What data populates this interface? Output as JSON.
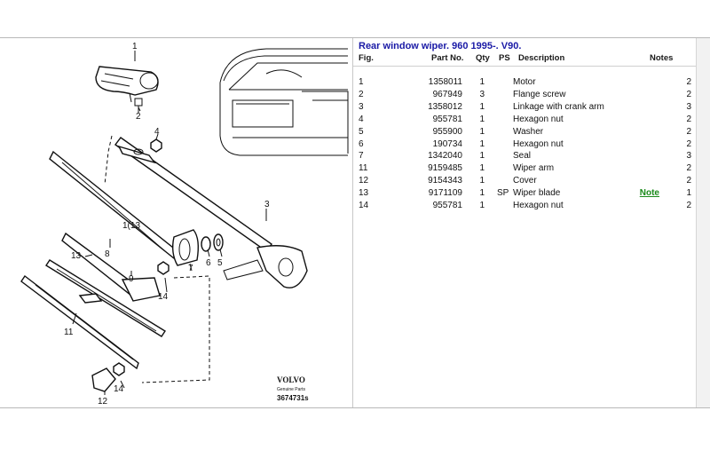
{
  "title": "Rear window wiper. 960 1995-. V90.",
  "columns": {
    "fig": "Fig.",
    "part_no": "Part No.",
    "qty": "Qty",
    "ps": "PS",
    "description": "Description",
    "notes": "Notes"
  },
  "rows": [
    {
      "fig": "1",
      "part_no": "1358011",
      "qty": "1",
      "ps": "",
      "description": "Motor",
      "note": "",
      "count": "2"
    },
    {
      "fig": "2",
      "part_no": "967949",
      "qty": "3",
      "ps": "",
      "description": "Flange screw",
      "note": "",
      "count": "2"
    },
    {
      "fig": "3",
      "part_no": "1358012",
      "qty": "1",
      "ps": "",
      "description": "Linkage with crank arm",
      "note": "",
      "count": "3"
    },
    {
      "fig": "4",
      "part_no": "955781",
      "qty": "1",
      "ps": "",
      "description": "Hexagon nut",
      "note": "",
      "count": "2"
    },
    {
      "fig": "5",
      "part_no": "955900",
      "qty": "1",
      "ps": "",
      "description": "Washer",
      "note": "",
      "count": "2"
    },
    {
      "fig": "6",
      "part_no": "190734",
      "qty": "1",
      "ps": "",
      "description": "Hexagon nut",
      "note": "",
      "count": "2"
    },
    {
      "fig": "7",
      "part_no": "1342040",
      "qty": "1",
      "ps": "",
      "description": "Seal",
      "note": "",
      "count": "3"
    },
    {
      "fig": "11",
      "part_no": "9159485",
      "qty": "1",
      "ps": "",
      "description": "Wiper arm",
      "note": "",
      "count": "2"
    },
    {
      "fig": "12",
      "part_no": "9154343",
      "qty": "1",
      "ps": "",
      "description": "Cover",
      "note": "",
      "count": "2"
    },
    {
      "fig": "13",
      "part_no": "9171109",
      "qty": "1",
      "ps": "SP",
      "description": "Wiper blade",
      "note": "Note",
      "count": "1"
    },
    {
      "fig": "14",
      "part_no": "955781",
      "qty": "1",
      "ps": "",
      "description": "Hexagon nut",
      "note": "",
      "count": "2"
    }
  ],
  "diagram": {
    "callouts": [
      "1",
      "2",
      "3",
      "4",
      "5",
      "6",
      "7",
      "8",
      "9",
      "1(13",
      "11",
      "12",
      "13",
      "14",
      "14"
    ],
    "logo": "VOLVO",
    "logo_sub": "Genuine Parts",
    "ref": "3674731s"
  },
  "colors": {
    "title": "#1a1aa6",
    "note_link": "#1a8a1a"
  }
}
